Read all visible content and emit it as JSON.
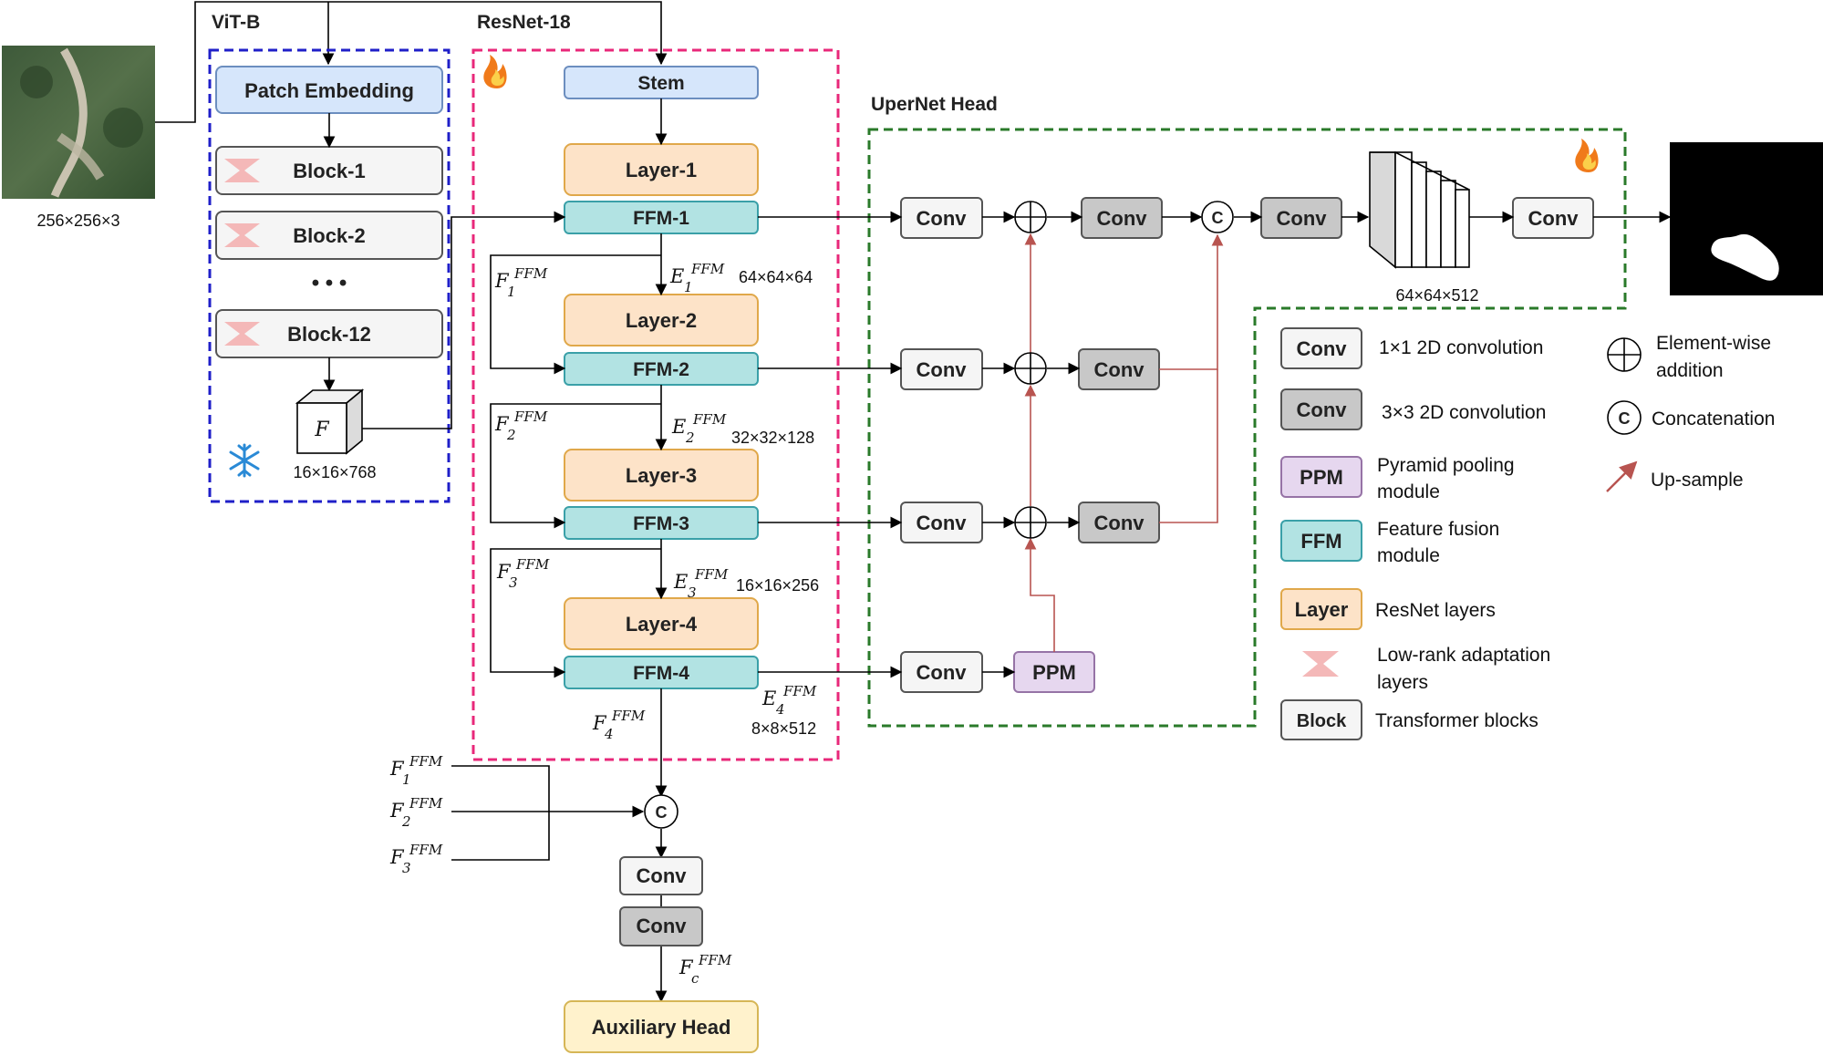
{
  "input": {
    "size_label": "256×256×3"
  },
  "vit": {
    "title": "ViT-B",
    "patch_embedding": "Patch Embedding",
    "blocks": [
      "Block-1",
      "Block-2",
      "Block-12"
    ],
    "ellipsis": "• • •",
    "feature_symbol": "F",
    "feature_size": "16×16×768"
  },
  "resnet": {
    "title": "ResNet-18",
    "stem": "Stem",
    "layers": [
      "Layer-1",
      "Layer-2",
      "Layer-3",
      "Layer-4"
    ],
    "ffm": [
      "FFM-1",
      "FFM-2",
      "FFM-3",
      "FFM-4"
    ],
    "sizes": [
      "64×64×64",
      "32×32×128",
      "16×16×256",
      "8×8×512"
    ]
  },
  "notation": {
    "F": "F",
    "E": "E",
    "sup": "FFM",
    "sub": [
      "1",
      "2",
      "3",
      "4"
    ],
    "sub_c": "c"
  },
  "upernet": {
    "title": "UperNet Head",
    "conv": "Conv",
    "ppm": "PPM",
    "concat": "C",
    "volume_size": "64×64×512"
  },
  "aux": {
    "conv": "Conv",
    "head": "Auxiliary Head",
    "concat": "C"
  },
  "legend": {
    "conv1": {
      "tag": "Conv",
      "desc": "1×1 2D convolution"
    },
    "conv3": {
      "tag": "Conv",
      "desc": "3×3 2D convolution"
    },
    "ppm": {
      "tag": "PPM",
      "desc1": "Pyramid pooling",
      "desc2": "module"
    },
    "ffm": {
      "tag": "FFM",
      "desc1": "Feature fusion",
      "desc2": "module"
    },
    "layer": {
      "tag": "Layer",
      "desc": "ResNet layers"
    },
    "lora": {
      "desc1": "Low-rank adaptation",
      "desc2": "layers"
    },
    "block": {
      "tag": "Block",
      "desc": "Transformer blocks"
    },
    "add": {
      "desc1": "Element-wise",
      "desc2": "addition"
    },
    "concat": {
      "symbol": "C",
      "desc": "Concatenation"
    },
    "upsample": {
      "desc": "Up-sample"
    }
  },
  "colors": {
    "vit_border": "#1f1fc8",
    "resnet_border": "#e8287a",
    "upernet_border": "#2a7a2a",
    "blue_fill": "#d6e6fb",
    "blue_stroke": "#6c8ebf",
    "layer_fill": "#fde3c8",
    "layer_stroke": "#e0a84a",
    "ffm_fill": "#b2e3e3",
    "ffm_stroke": "#3aa0a8",
    "block_fill": "#f5f5f5",
    "block_stroke": "#555555",
    "conv_dark": "#c8c8c8",
    "ppm_fill": "#e6d7ef",
    "ppm_stroke": "#9673a6",
    "aux_fill": "#fff2cc",
    "aux_stroke": "#d6b656",
    "upsample": "#b85450",
    "lora": "#f4b8b8"
  }
}
